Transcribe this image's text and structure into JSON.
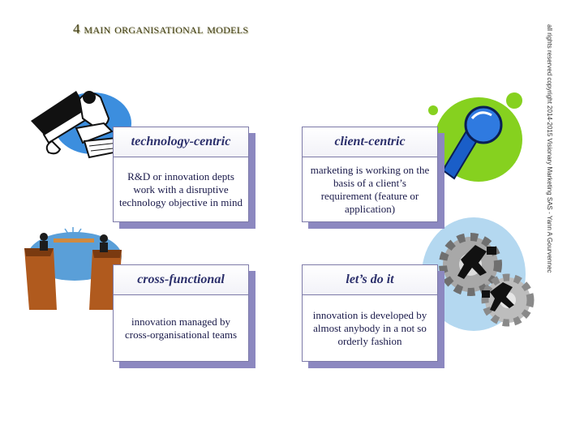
{
  "slide": {
    "title": "4 main organisational models",
    "copyright": "all rights reserved copyright 2014-2015 Visionary Marketing SAS - Yann A Gourvennec"
  },
  "cards": [
    {
      "heading": "technology-centric",
      "body": "R&D or innovation depts work with a disruptive technology objective in mind"
    },
    {
      "heading": "client-centric",
      "body": "marketing is working on the basis of a client’s requirement (feature or application)"
    },
    {
      "heading": "cross-functional",
      "body": "innovation managed by cross-organisational teams"
    },
    {
      "heading": "let’s do it",
      "body": "innovation is developed by almost anybody in a not so orderly fashion"
    }
  ],
  "illustrations": [
    "computer-user-icon",
    "microphone-icon",
    "bridge-people-icon",
    "gears-runners-icon"
  ],
  "colors": {
    "card_shadow": "#8c88c0",
    "heading_text": "#2b2f6b",
    "accent_green": "#86d11f",
    "accent_blue": "#3c8ede"
  }
}
